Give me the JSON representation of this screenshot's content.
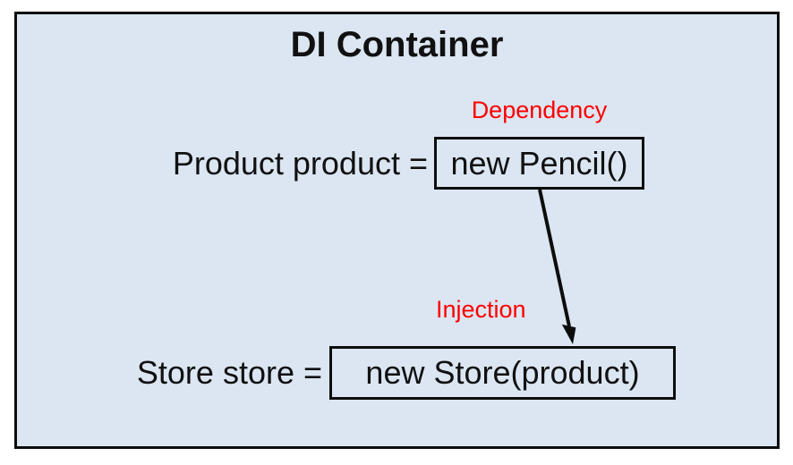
{
  "diagram": {
    "title": "DI Container",
    "labels": {
      "dependency": "Dependency",
      "injection": "Injection"
    },
    "product_statement": {
      "prefix": "Product product =",
      "boxed": "new Pencil()"
    },
    "store_statement": {
      "prefix": "Store store =",
      "boxed": "new Store(product)"
    },
    "colors": {
      "slide_background": "#dbe6f2",
      "border_and_text": "#0d0d0d",
      "label_red": "#ff0000"
    }
  }
}
